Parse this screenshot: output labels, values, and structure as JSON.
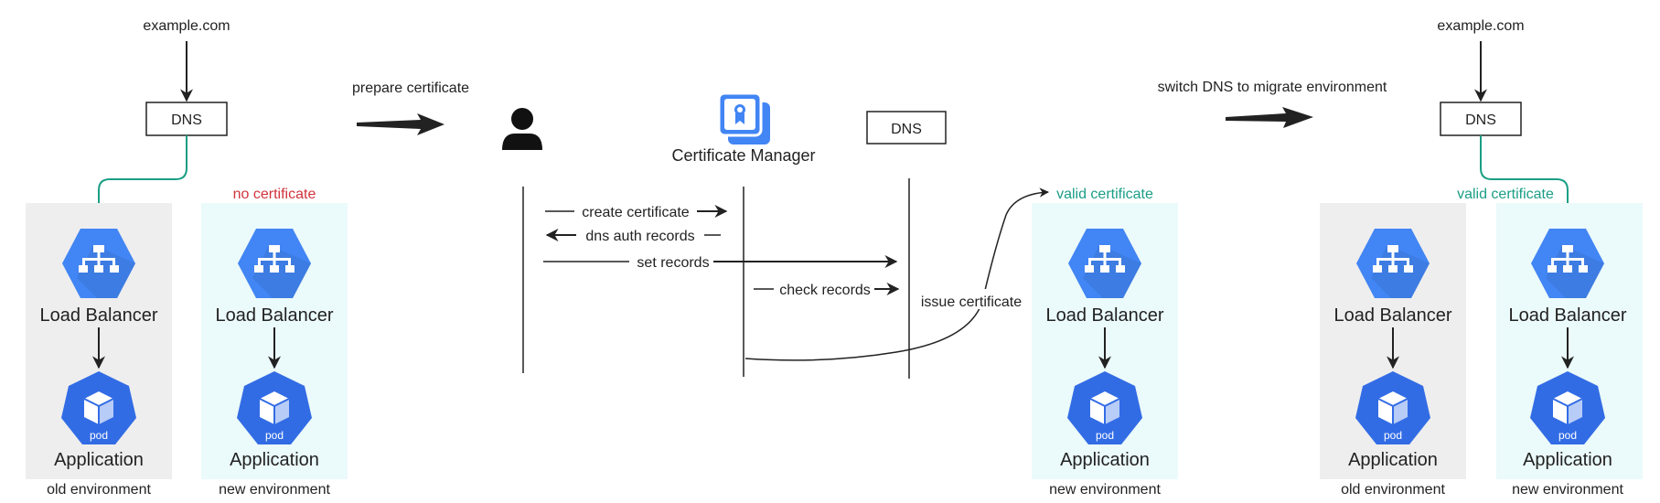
{
  "left": {
    "domain": "example.com",
    "dns": "DNS",
    "old_env": {
      "caption": "old environment",
      "lb": "Load Balancer",
      "app": "Application",
      "pod": "pod"
    },
    "new_env": {
      "status": "no certificate",
      "caption": "new environment",
      "lb": "Load Balancer",
      "app": "Application",
      "pod": "pod"
    }
  },
  "step1": {
    "label": "prepare certificate"
  },
  "sequence": {
    "cert_manager": "Certificate Manager",
    "dns": "DNS",
    "messages": {
      "create": "create certificate",
      "auth": "dns auth records",
      "set": "set records",
      "check": "check records",
      "issue": "issue certificate"
    }
  },
  "middle": {
    "status": "valid certificate",
    "caption": "new environment",
    "lb": "Load Balancer",
    "app": "Application",
    "pod": "pod"
  },
  "step2": {
    "label": "switch DNS to migrate environment"
  },
  "right": {
    "domain": "example.com",
    "dns": "DNS",
    "old_env": {
      "caption": "old environment",
      "lb": "Load Balancer",
      "app": "Application",
      "pod": "pod"
    },
    "new_env": {
      "status": "valid certificate",
      "caption": "new environment",
      "lb": "Load Balancer",
      "app": "Application",
      "pod": "pod"
    }
  },
  "colors": {
    "accent_green": "#1a9e85",
    "alert_red": "#d0333d",
    "gcp_blue": "#4285f4",
    "gcp_blue_dark": "#326ce5",
    "old_env_bg": "#eeeeee",
    "new_env_bg": "#ebfafa",
    "ink": "#222222"
  }
}
